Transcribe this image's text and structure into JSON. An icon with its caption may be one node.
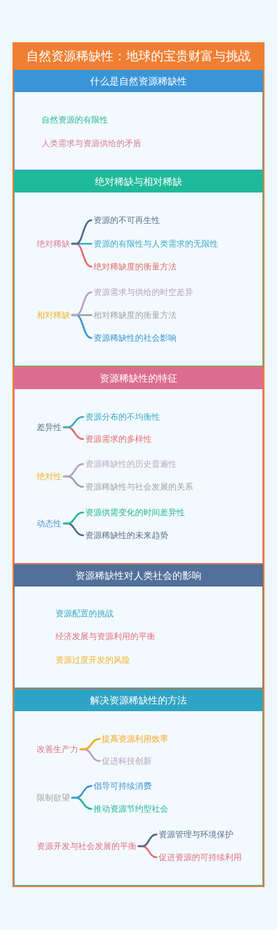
{
  "diagram": {
    "nodes": [
      {
        "text": [
          "自然资源稀缺性：地球的宝贵财富与挑战"
        ]
      },
      {
        "text": [
          "什么是自然资源稀缺性",
          "自然资源的有限性",
          "人类需求与资源供给的矛盾"
        ],
        "in": 0
      },
      {
        "text": [
          "绝对稀缺与相对稀缺"
        ],
        "in": 0
      },
      {
        "text": [
          "绝对稀缺"
        ],
        "in": 2
      },
      {
        "text": [
          "资源的不可再生性"
        ],
        "in": 2
      },
      {
        "text": [
          "资源的有限性与人类需求的无限性"
        ],
        "in": 2
      },
      {
        "text": [
          "绝对稀缺度的衡量方法"
        ],
        "in": 2
      },
      {
        "text": [
          "相对稀缺"
        ],
        "in": 2
      },
      {
        "text": [
          "资源需求与供给的时空差异"
        ],
        "in": 2
      },
      {
        "text": [
          "相对稀缺度的衡量方法"
        ],
        "in": 2
      },
      {
        "text": [
          "资源稀缺性的社会影响"
        ],
        "in": 2
      },
      {
        "text": [
          "资源稀缺性的特征"
        ],
        "in": 0
      },
      {
        "text": [
          "差异性"
        ],
        "in": 11
      },
      {
        "text": [
          "资源分布的不均衡性"
        ],
        "in": 11
      },
      {
        "text": [
          "资源需求的多样性"
        ],
        "in": 11
      },
      {
        "text": [
          "绝对性"
        ],
        "in": 11
      },
      {
        "text": [
          "资源稀缺性的历史普遍性"
        ],
        "in": 11
      },
      {
        "text": [
          "资源稀缺性与社会发展的关系"
        ],
        "in": 11
      },
      {
        "text": [
          "动态性"
        ],
        "in": 11
      },
      {
        "text": [
          "资源供需变化的时间差异性"
        ],
        "in": 11
      },
      {
        "text": [
          "资源稀缺性的未来趋势"
        ],
        "in": 11
      },
      {
        "text": [
          "资源稀缺性对人类社会的影响",
          "资源配置的挑战",
          "经济发展与资源利用的平衡",
          "资源过度开发的风险"
        ],
        "in": 0
      },
      {
        "text": [
          "解决资源稀缺性的方法"
        ],
        "in": 0
      },
      {
        "text": [
          "改善生产力"
        ],
        "in": 22
      },
      {
        "text": [
          "提高资源利用效率"
        ],
        "in": 22
      },
      {
        "text": [
          "促进科技创新"
        ],
        "in": 22
      },
      {
        "text": [
          "限制欲望"
        ],
        "in": 22
      },
      {
        "text": [
          "倡导可持续消费"
        ],
        "in": 22
      },
      {
        "text": [
          "推动资源节约型社会"
        ],
        "in": 22
      },
      {
        "text": [
          "资源开发与社会发展的平衡"
        ],
        "in": 22
      },
      {
        "text": [
          "资源管理与环境保护"
        ],
        "in": 22
      },
      {
        "text": [
          "促进资源的可持续利用"
        ],
        "in": 22
      }
    ],
    "edges": [
      {
        "from": 3,
        "to": 4,
        "arrow": "none",
        "color": "#4e6688"
      },
      {
        "from": 3,
        "to": 5,
        "arrow": "none",
        "color": "#3aa8c5"
      },
      {
        "from": 3,
        "to": 6,
        "arrow": "none",
        "color": "#e26b6e"
      },
      {
        "from": 7,
        "to": 8,
        "arrow": "none",
        "color": "#b8a0c0"
      },
      {
        "from": 7,
        "to": 9,
        "arrow": "none",
        "color": "#9e9e9e"
      },
      {
        "from": 7,
        "to": 10,
        "arrow": "none",
        "color": "#3e93d4"
      },
      {
        "from": 12,
        "to": 13,
        "arrow": "none",
        "color": "#3aa8c5"
      },
      {
        "from": 12,
        "to": 14,
        "arrow": "none",
        "color": "#e26b6e"
      },
      {
        "from": 15,
        "to": 16,
        "arrow": "none",
        "color": "#b8a0c0"
      },
      {
        "from": 15,
        "to": 17,
        "arrow": "none",
        "color": "#9e9e9e"
      },
      {
        "from": 18,
        "to": 19,
        "arrow": "none",
        "color": "#24b39a"
      },
      {
        "from": 18,
        "to": 20,
        "arrow": "none",
        "color": "#4e6688"
      },
      {
        "from": 23,
        "to": 24,
        "arrow": "none",
        "color": "#f5a623"
      },
      {
        "from": 23,
        "to": 25,
        "arrow": "none",
        "color": "#b8a0c0"
      },
      {
        "from": 26,
        "to": 27,
        "arrow": "none",
        "color": "#3e93d4"
      },
      {
        "from": 26,
        "to": 28,
        "arrow": "none",
        "color": "#24b39a"
      },
      {
        "from": 29,
        "to": 30,
        "arrow": "none",
        "color": "#4e6688"
      },
      {
        "from": 29,
        "to": 31,
        "arrow": "none",
        "color": "#e26f80"
      }
    ]
  }
}
